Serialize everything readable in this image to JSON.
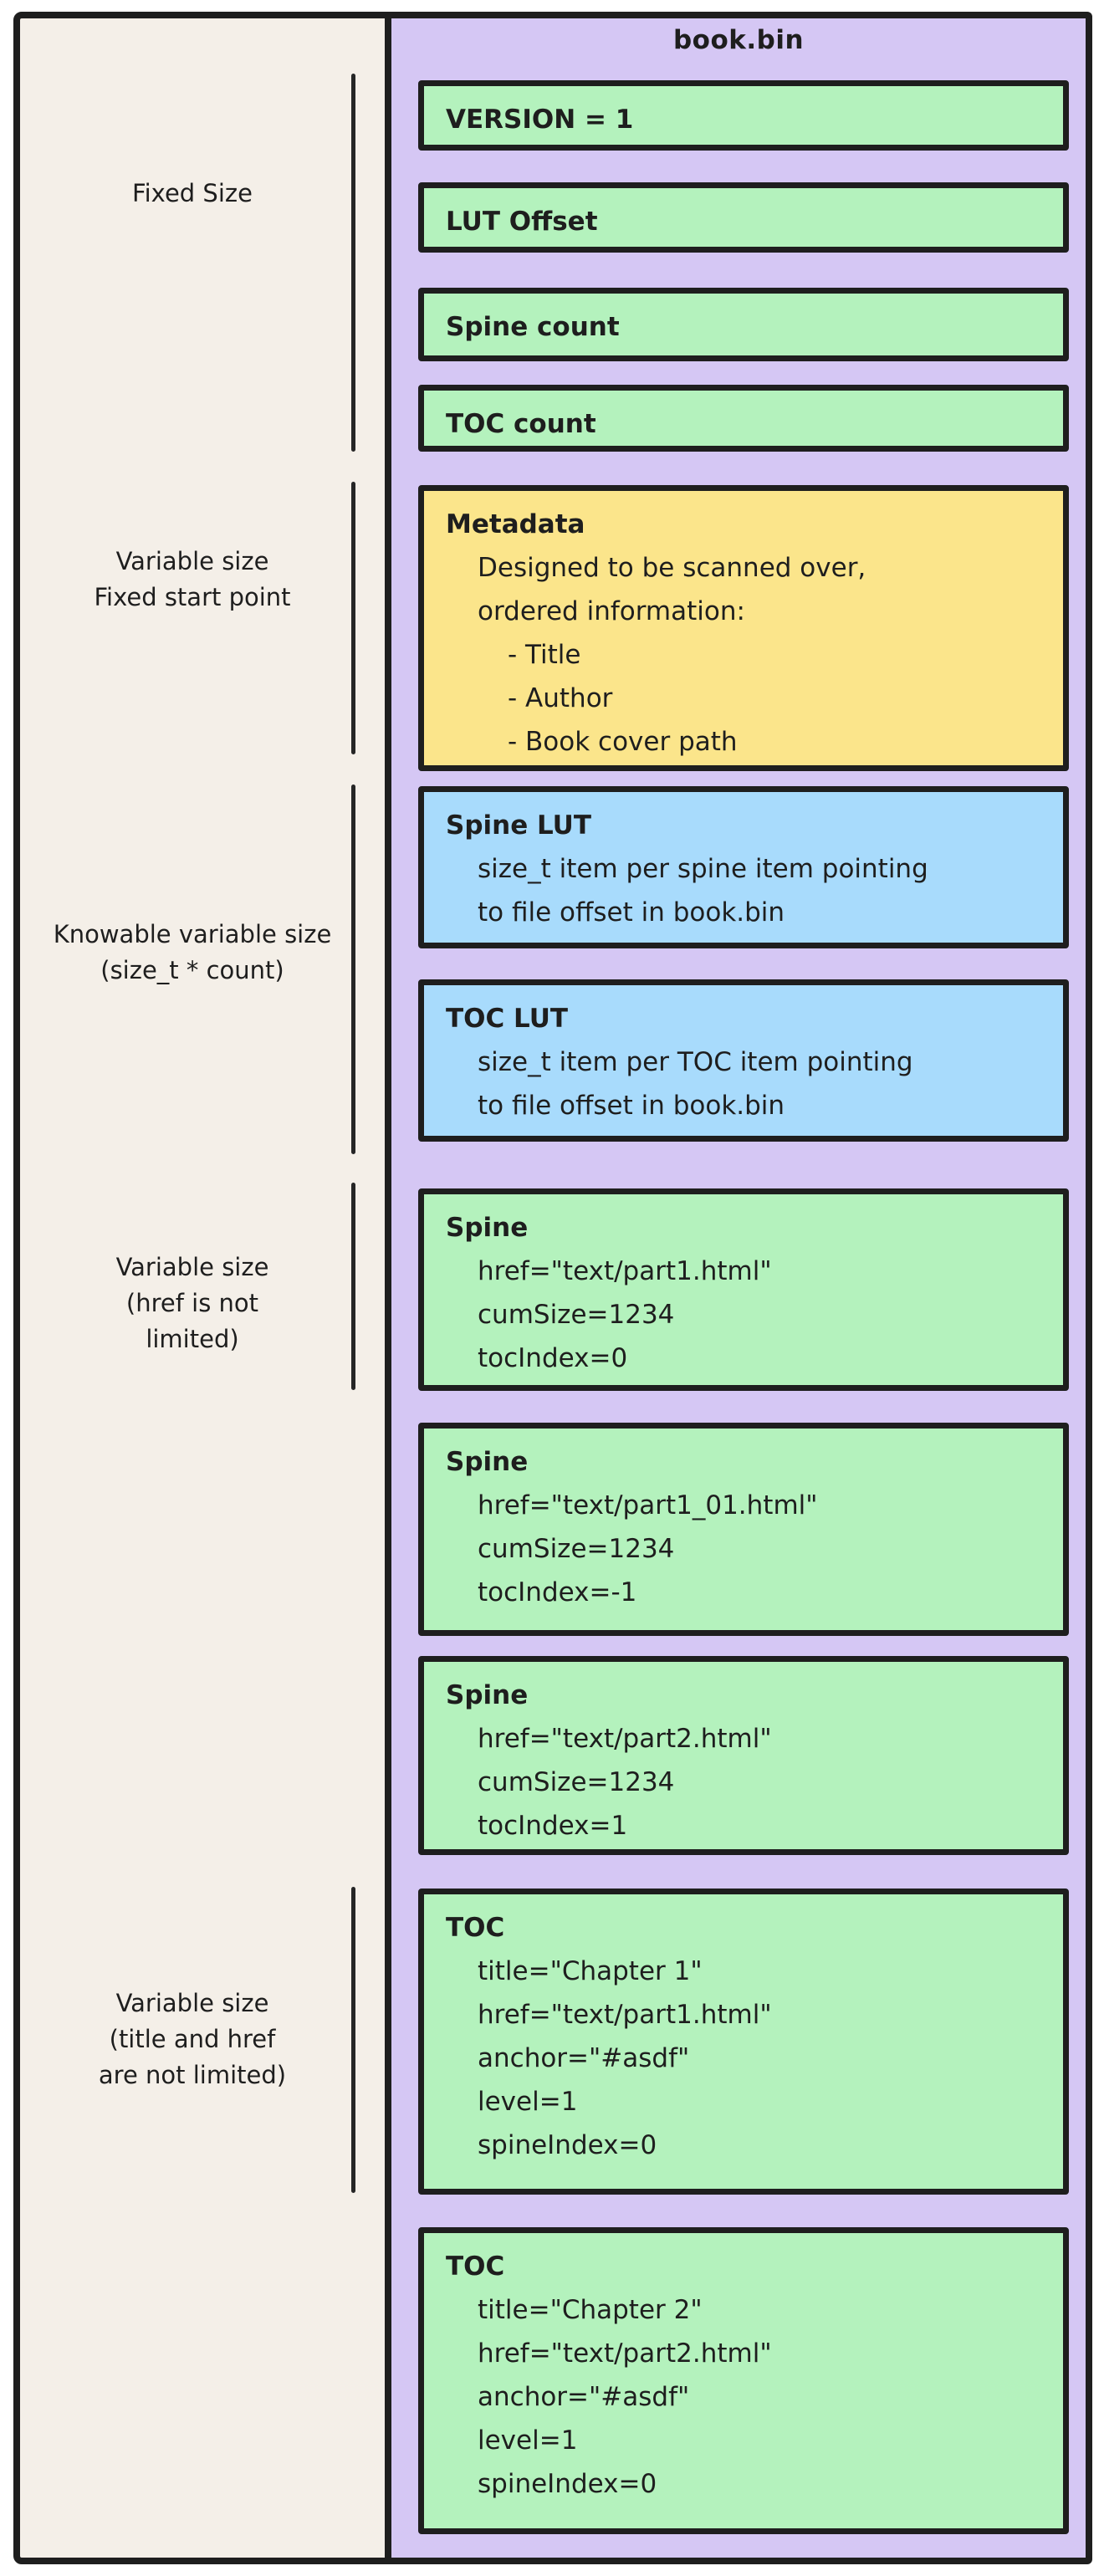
{
  "title": "book.bin",
  "colors": {
    "ink": "#1e1e1e",
    "beige": "#f4efe8",
    "purple": "#d5c7f4",
    "green": "#b4f2bd",
    "yellow": "#fbe58b",
    "blue": "#a8dbfc",
    "page": "#ffffff"
  },
  "side_labels": [
    {
      "lines": [
        "Fixed Size"
      ]
    },
    {
      "lines": [
        "Variable size",
        "Fixed start point"
      ]
    },
    {
      "lines": [
        "Knowable variable size",
        "(size_t * count)"
      ]
    },
    {
      "lines": [
        "Variable size",
        "(href is not",
        "limited)"
      ]
    },
    {
      "lines": [
        "Variable size",
        "(title and href",
        "are not limited)"
      ]
    }
  ],
  "boxes": [
    {
      "name": "version",
      "color": "green",
      "lines": [
        {
          "t": "VERSION = 1"
        }
      ]
    },
    {
      "name": "lut-offset",
      "color": "green",
      "lines": [
        {
          "t": "LUT Offset"
        }
      ]
    },
    {
      "name": "spine-count",
      "color": "green",
      "lines": [
        {
          "t": "Spine count"
        }
      ]
    },
    {
      "name": "toc-count",
      "color": "green",
      "lines": [
        {
          "t": "TOC count"
        }
      ]
    },
    {
      "name": "metadata",
      "color": "yellow",
      "lines": [
        {
          "t": "Metadata"
        },
        {
          "t": "Designed to be scanned over,"
        },
        {
          "t": "ordered information:"
        },
        {
          "t": "- Title"
        },
        {
          "t": "- Author"
        },
        {
          "t": "- Book cover path"
        }
      ]
    },
    {
      "name": "spine-lut",
      "color": "blue",
      "lines": [
        {
          "t": "Spine LUT"
        },
        {
          "t": "size_t item per spine item pointing"
        },
        {
          "t": "to file offset in book.bin"
        }
      ]
    },
    {
      "name": "toc-lut",
      "color": "blue",
      "lines": [
        {
          "t": "TOC LUT"
        },
        {
          "t": "size_t item per TOC item pointing"
        },
        {
          "t": "to file offset in book.bin"
        }
      ]
    },
    {
      "name": "spine-1",
      "color": "green",
      "lines": [
        {
          "t": "Spine"
        },
        {
          "t": "href=\"text/part1.html\""
        },
        {
          "t": "cumSize=1234"
        },
        {
          "t": "tocIndex=0"
        }
      ]
    },
    {
      "name": "spine-2",
      "color": "green",
      "lines": [
        {
          "t": "Spine"
        },
        {
          "t": "href=\"text/part1_01.html\""
        },
        {
          "t": "cumSize=1234"
        },
        {
          "t": "tocIndex=-1"
        }
      ]
    },
    {
      "name": "spine-3",
      "color": "green",
      "lines": [
        {
          "t": "Spine"
        },
        {
          "t": "href=\"text/part2.html\""
        },
        {
          "t": "cumSize=1234"
        },
        {
          "t": "tocIndex=1"
        }
      ]
    },
    {
      "name": "toc-1",
      "color": "green",
      "lines": [
        {
          "t": "TOC"
        },
        {
          "t": "title=\"Chapter 1\""
        },
        {
          "t": "href=\"text/part1.html\""
        },
        {
          "t": "anchor=\"#asdf\""
        },
        {
          "t": "level=1"
        },
        {
          "t": "spineIndex=0"
        }
      ]
    },
    {
      "name": "toc-2",
      "color": "green",
      "lines": [
        {
          "t": "TOC"
        },
        {
          "t": "title=\"Chapter 2\""
        },
        {
          "t": "href=\"text/part2.html\""
        },
        {
          "t": "anchor=\"#asdf\""
        },
        {
          "t": "level=1"
        },
        {
          "t": "spineIndex=0"
        }
      ]
    }
  ]
}
